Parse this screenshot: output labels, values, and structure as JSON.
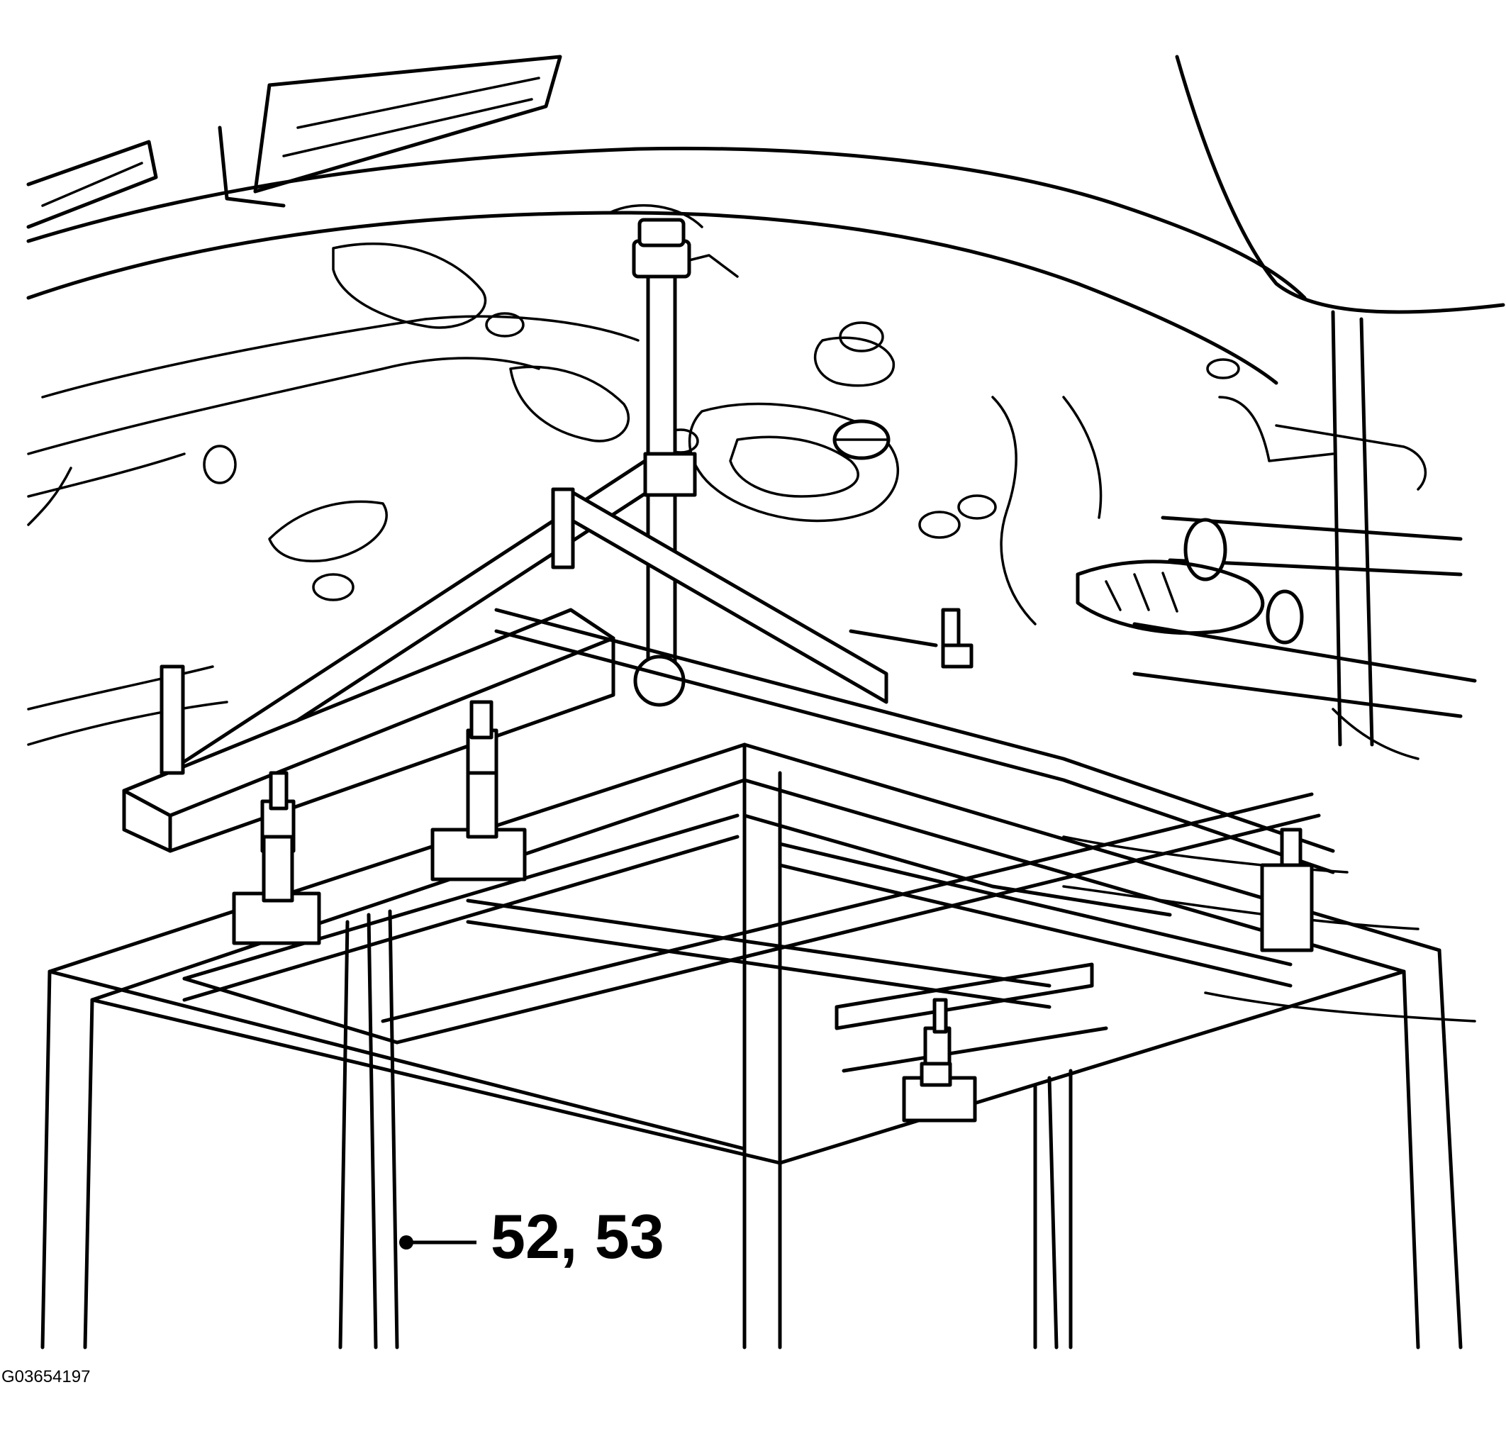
{
  "diagram": {
    "callout": {
      "label": "52, 53",
      "target": "support-frame-leg"
    },
    "figure_id": "G03654197",
    "colors": {
      "line": "#000000",
      "background": "#ffffff"
    }
  }
}
